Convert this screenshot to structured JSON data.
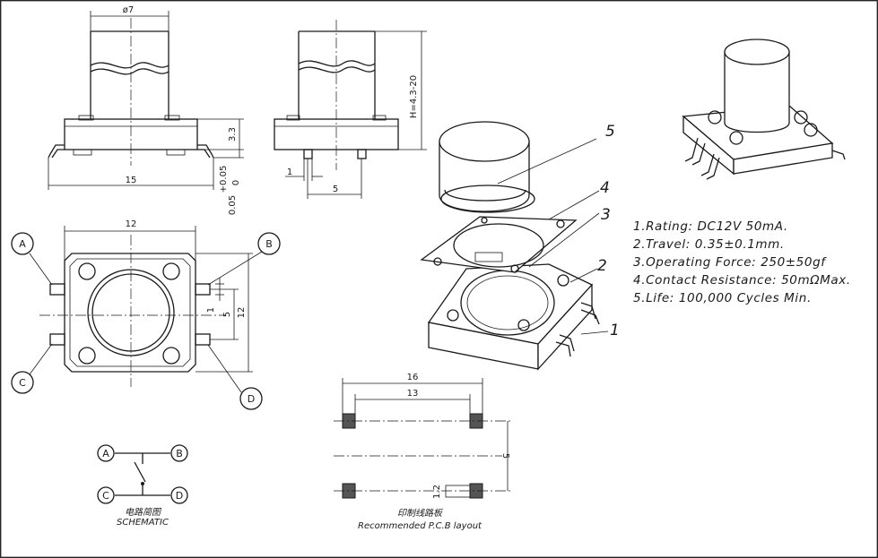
{
  "dimensions": {
    "diameter": "ø7",
    "width_15": "15",
    "height_3_3": "3.3",
    "lead_thickness": "0.05",
    "tol_plus": "+0.05",
    "tol_zero": "0",
    "pin_width": "1",
    "pin_pitch": "5",
    "stem_height": "H=4.3-20",
    "body_12_top": "12",
    "body_12_side": "12",
    "inner_5": "5",
    "inner_1": "1",
    "pcb_16": "16",
    "pcb_13": "13",
    "pcb_5": "5",
    "pcb_1_2": "1.2"
  },
  "pin_labels": [
    "A",
    "B",
    "C",
    "D"
  ],
  "part_numbers": [
    "5",
    "4",
    "3",
    "2",
    "1"
  ],
  "specs": [
    "1.Rating: DC12V  50mA.",
    "2.Travel: 0.35±0.1mm.",
    "3.Operating  Force: 250±50gf",
    "4.Contact  Resistance: 50mΩMax.",
    "5.Life: 100,000  Cycles  Min."
  ],
  "captions": {
    "schematic_cn": "电路简图",
    "schematic_en": "SCHEMATIC",
    "pcb_cn": "印制线路板",
    "pcb_en": "Recommended  P.C.B  layout"
  }
}
